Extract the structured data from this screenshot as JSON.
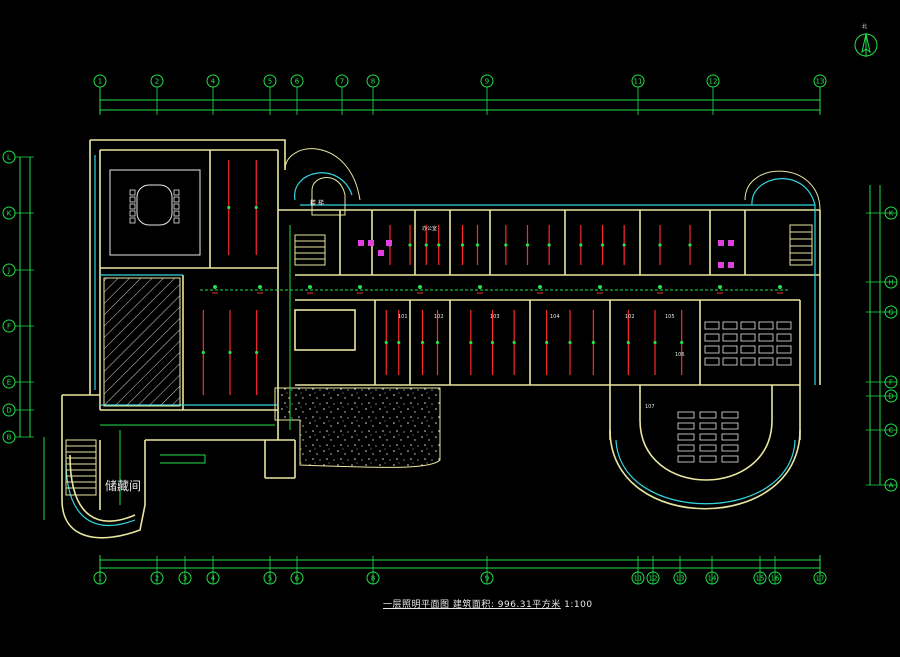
{
  "drawing": {
    "caption_main": "一层照明平面图 建筑面积: 996.31平方米",
    "caption_scale": "1:100"
  },
  "grid": {
    "top_labels": [
      "1",
      "2",
      "4",
      "5",
      "6",
      "7",
      "8",
      "9",
      "11",
      "12",
      "13"
    ],
    "bottom_labels": [
      "1",
      "2",
      "3",
      "4",
      "5",
      "6",
      "8",
      "9",
      "11",
      "12",
      "13",
      "14",
      "15",
      "16",
      "17"
    ],
    "left_labels": [
      "L",
      "K",
      "J",
      "F",
      "E",
      "D",
      "B"
    ],
    "right_labels": [
      "K",
      "H",
      "G",
      "F",
      "D",
      "C",
      "A"
    ]
  },
  "rooms": {
    "storage_room": "储藏间",
    "stair_label": "楼 梯",
    "office": "办公室",
    "r101": "101",
    "r102": "102",
    "r103": "103",
    "r104": "104",
    "r105": "105",
    "r106": "106",
    "r107": "107"
  },
  "colors": {
    "wall": "#e9e6a0",
    "cyan": "#33d6e0",
    "green": "#22e04a",
    "red": "#ff2a2a",
    "magenta": "#e040e0",
    "white": "#e8e8e8"
  }
}
